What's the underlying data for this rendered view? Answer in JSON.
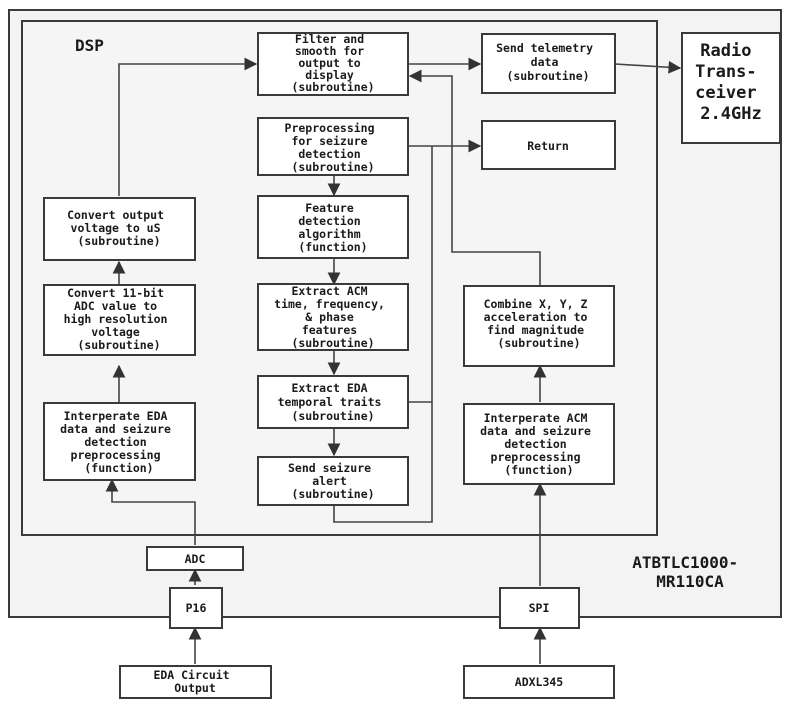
{
  "labels": {
    "dsp": "DSP",
    "chip": [
      "ATBTLC1000-",
      "MR110CA"
    ],
    "radio": [
      "Radio",
      "Trans-",
      "ceiver",
      "2.4GHz"
    ],
    "filter": [
      "Filter and",
      "smooth for",
      "output to",
      "display",
      "(subroutine)"
    ],
    "telemetry": [
      "Send telemetry",
      "data",
      "(subroutine)"
    ],
    "preprocessing": [
      "Preprocessing",
      "for seizure",
      "detection",
      "(subroutine)"
    ],
    "return": [
      "Return"
    ],
    "feature": [
      "Feature",
      "detection",
      "algorithm",
      "(function)"
    ],
    "acm_features": [
      "Extract ACM",
      "time, frequency,",
      "& phase",
      "features",
      "(subroutine)"
    ],
    "eda_traits": [
      "Extract EDA",
      "temporal traits",
      "(subroutine)"
    ],
    "alert": [
      "Send seizure",
      "alert",
      "(subroutine)"
    ],
    "convert_us": [
      "Convert output",
      "voltage to uS",
      "(subroutine)"
    ],
    "convert_adc": [
      "Convert 11-bit",
      "ADC value to",
      "high resolution",
      "voltage",
      "(subroutine)"
    ],
    "interp_eda": [
      "Interperate EDA",
      "data and seizure",
      "detection",
      "preprocessing",
      "(function)"
    ],
    "combine": [
      "Combine X, Y, Z",
      "acceleration to",
      "find magnitude",
      "(subroutine)"
    ],
    "interp_acm": [
      "Interperate ACM",
      "data and seizure",
      "detection",
      "preprocessing",
      "(function)"
    ],
    "adc": [
      "ADC"
    ],
    "p16": [
      "P16"
    ],
    "spi": [
      "SPI"
    ],
    "eda_circuit": [
      "EDA Circuit",
      "Output"
    ],
    "adxl": [
      "ADXL345"
    ]
  }
}
